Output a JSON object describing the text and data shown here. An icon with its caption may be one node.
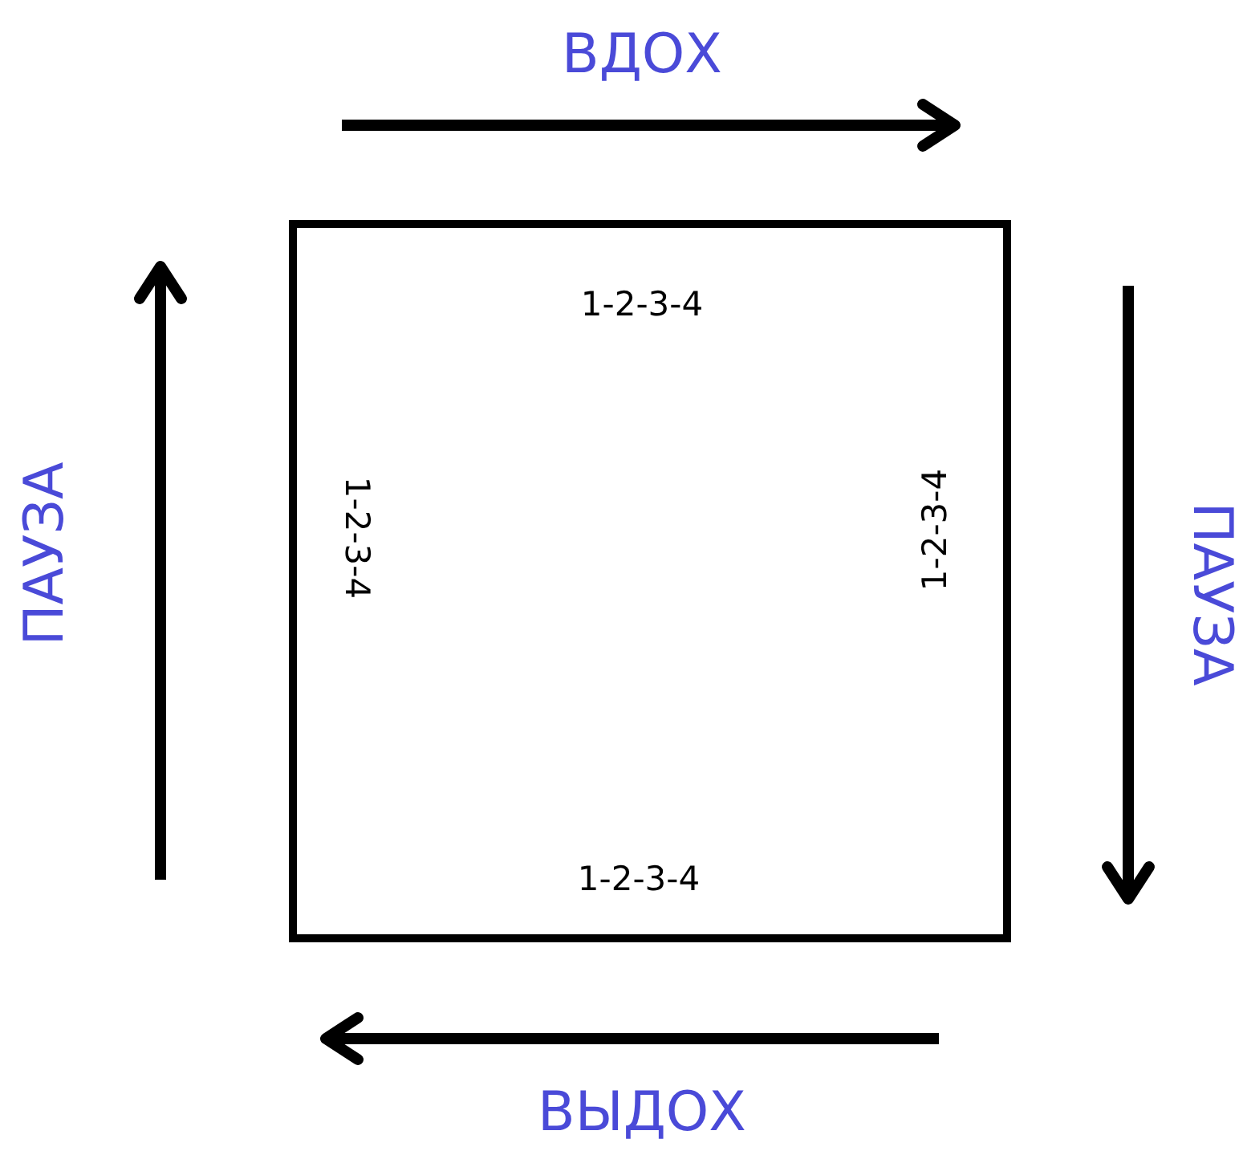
{
  "diagram": {
    "nodes": [
      {
        "text": [
          "1-2-3-4",
          "1-2-3-4",
          "1-2-3-4",
          "1-2-3-4"
        ]
      }
    ],
    "labels": [
      "ВДОХ",
      "ПАУЗА",
      "ПАУЗА",
      "ВЫДОХ"
    ]
  }
}
